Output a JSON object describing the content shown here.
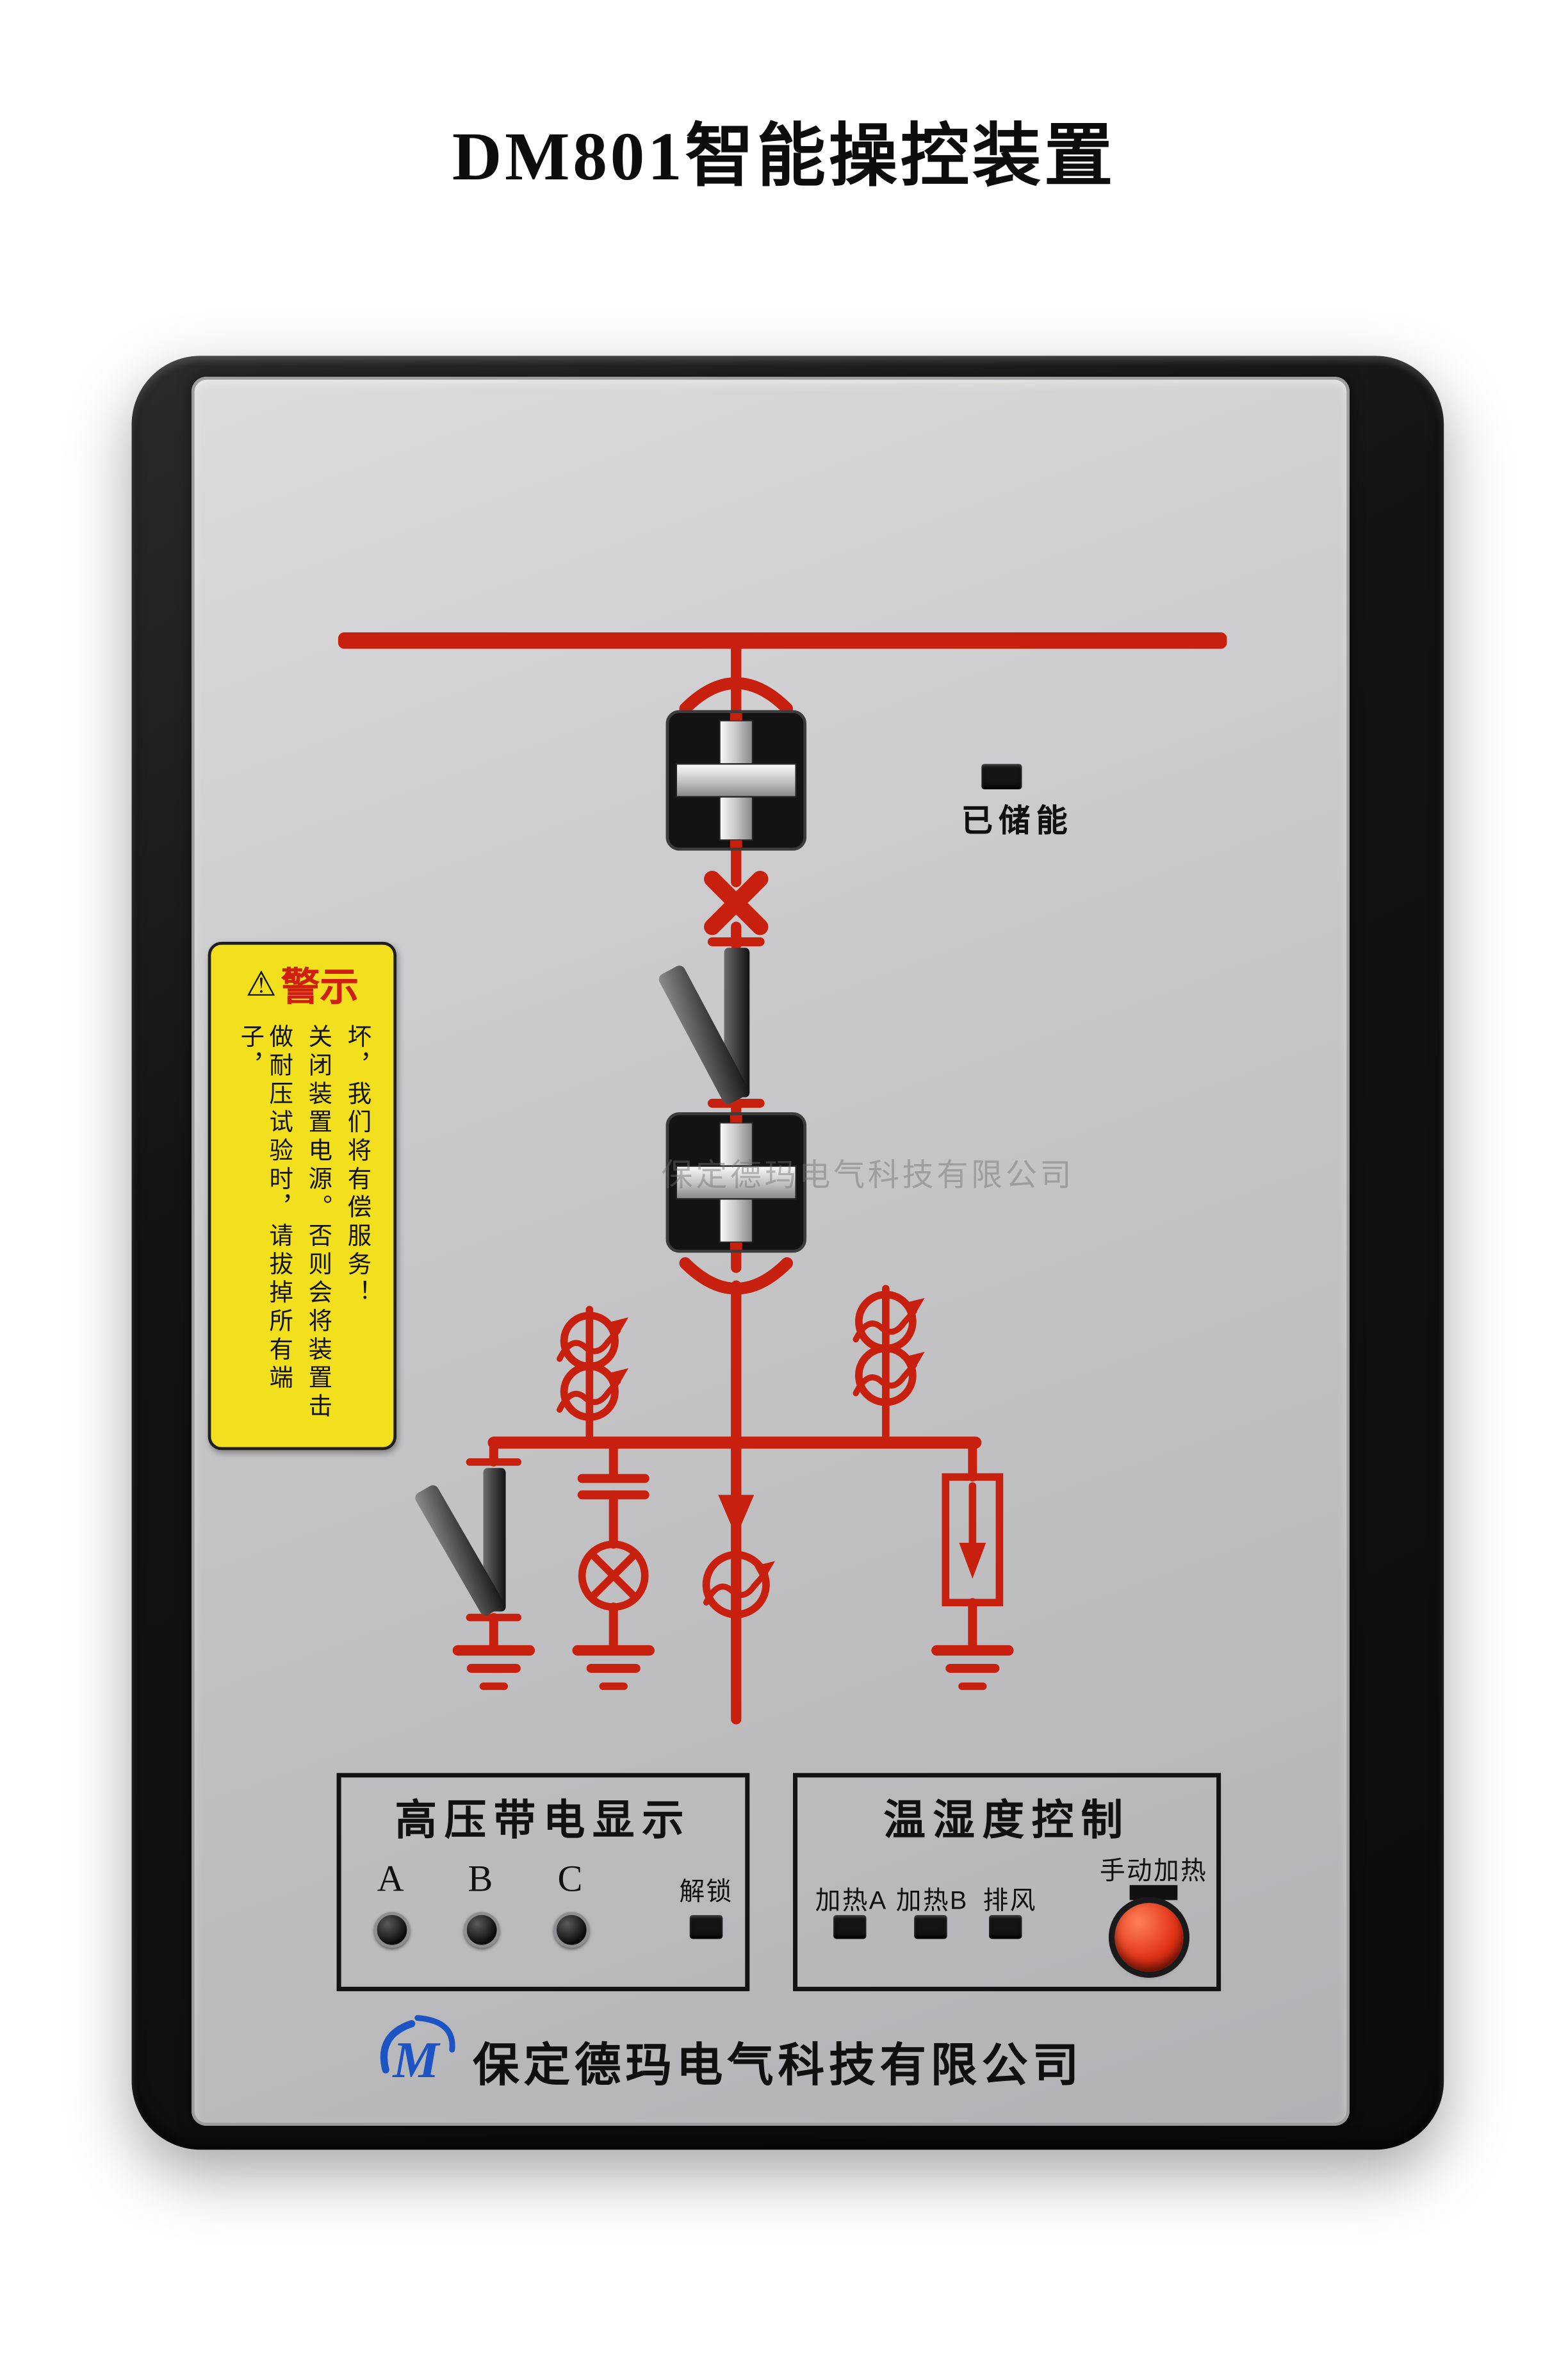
{
  "device": {
    "title": "DM801智能操控装置",
    "watermark": "保定德玛电气科技有限公司",
    "stored_energy_label": "已储能"
  },
  "warning": {
    "icon": "⚠",
    "header": "警示",
    "columns": [
      "做耐压试验时，请拔掉所有端子，",
      "关闭装置电源。否则会将装置击",
      "坏，我们将有偿服务！"
    ]
  },
  "hv_display": {
    "title": "高压带电显示",
    "phases": [
      "A",
      "B",
      "C"
    ],
    "unlock_label": "解锁"
  },
  "climate": {
    "title": "温湿度控制",
    "indicators": [
      "加热A",
      "加热B",
      "排风"
    ],
    "manual_heat_label": "手动加热"
  },
  "footer": {
    "logo_letter": "M",
    "company_name": "保定德玛电气科技有限公司"
  },
  "colors": {
    "diagram_red": "#c8200e",
    "warning_yellow": "#f2df1d",
    "panel_gray": "#c4c4c6",
    "frame_black": "#141414",
    "button_red": "#e23418",
    "logo_blue": "#1c54c4"
  }
}
